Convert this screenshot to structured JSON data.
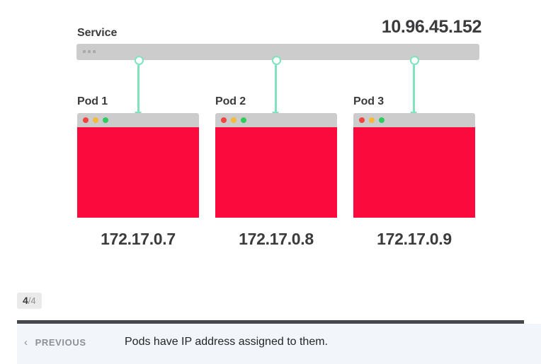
{
  "diagram": {
    "service": {
      "label": "Service",
      "ip": "10.96.45.152",
      "dots_color": "#ababab",
      "bar_color": "#cccccc"
    },
    "connector_color": "#7fe3bd",
    "pods": [
      {
        "label": "Pod 1",
        "ip": "172.17.0.7",
        "body_color": "#fb0a3e"
      },
      {
        "label": "Pod 2",
        "ip": "172.17.0.8",
        "body_color": "#fb0a3e"
      },
      {
        "label": "Pod 3",
        "ip": "172.17.0.9",
        "body_color": "#fb0a3e"
      }
    ],
    "window_dots": {
      "red": "#f0453e",
      "yellow": "#f5b93c",
      "green": "#2ecc5e"
    }
  },
  "footer": {
    "page_current": "4",
    "page_total": "/4",
    "previous_label": "PREVIOUS",
    "previous_chevron": "‹",
    "caption": "Pods have IP address assigned to them.",
    "rule_color": "#46474b",
    "bar_color": "#f2f6fa"
  }
}
